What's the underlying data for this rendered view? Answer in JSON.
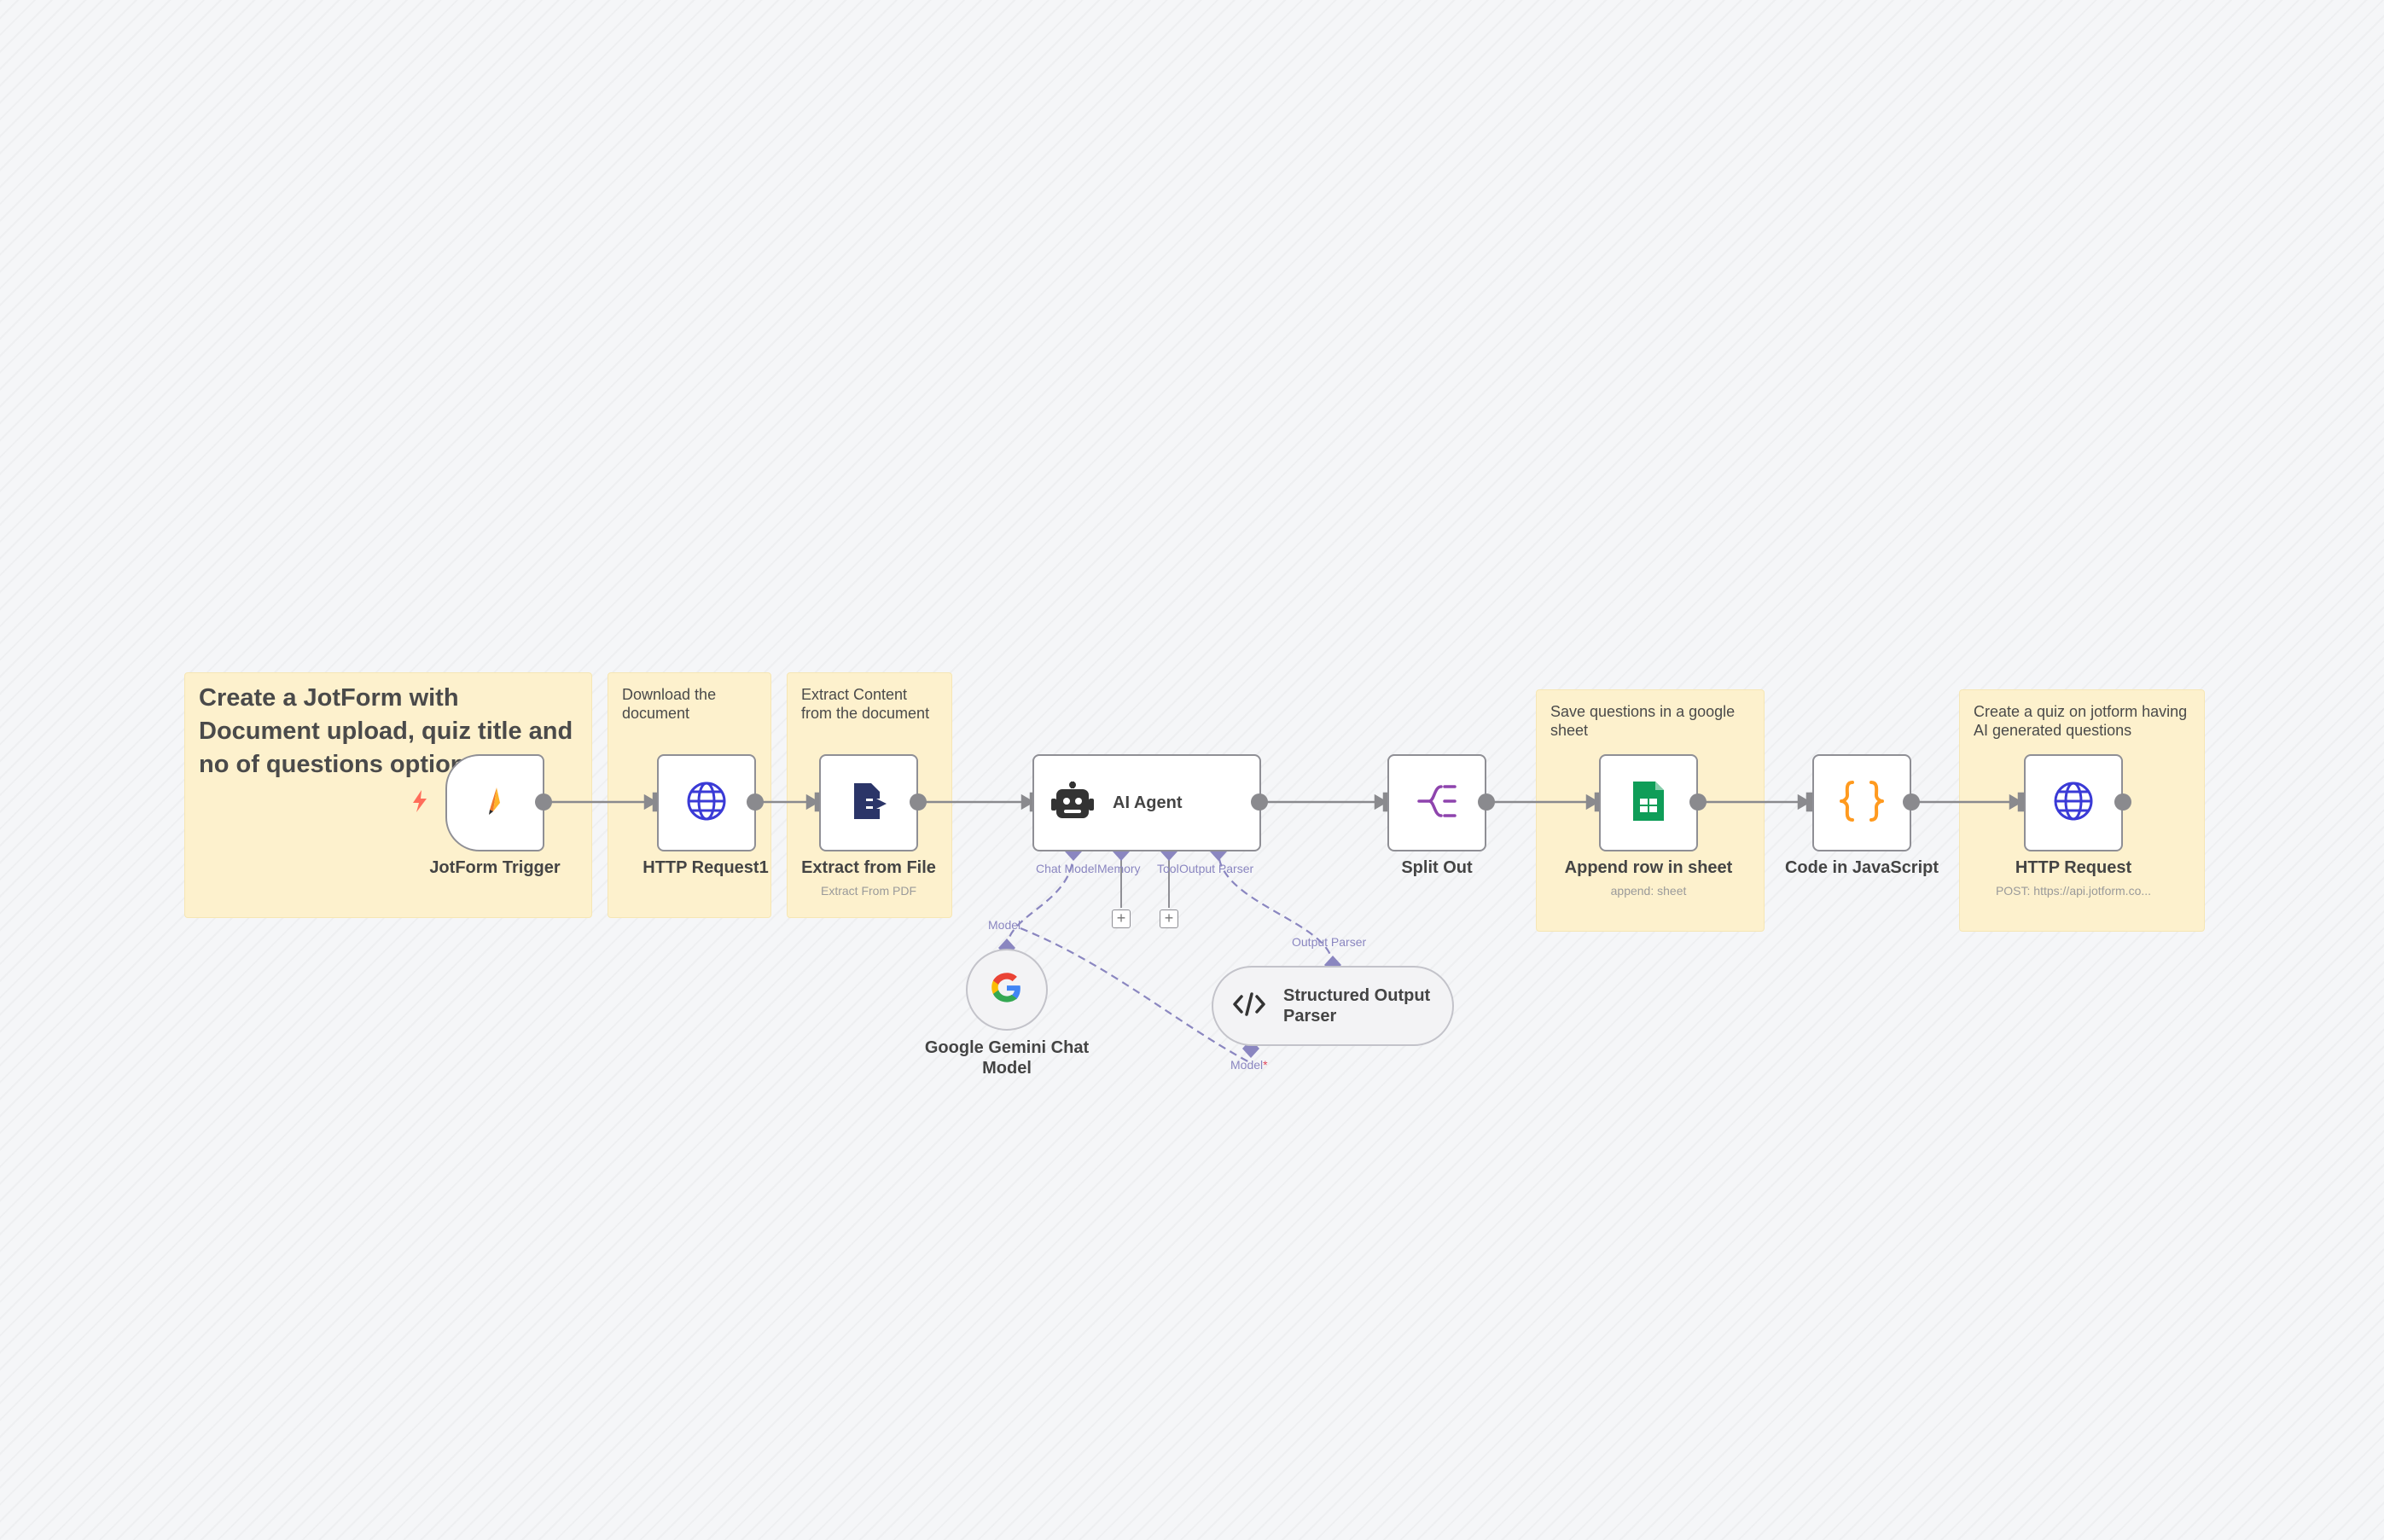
{
  "stickies": [
    {
      "text": "Create a JotForm with Document upload, quiz title and no of questions options"
    },
    {
      "text": "Download the\ndocument"
    },
    {
      "text": "Extract Content\nfrom the document"
    },
    {
      "text": "Save questions in a google\nsheet"
    },
    {
      "text": "Create a quiz on jotform having\nAI generated questions"
    }
  ],
  "nodes": {
    "jotform_trigger": {
      "title": "JotForm Trigger",
      "icon": "jotform-icon"
    },
    "http_request1": {
      "title": "HTTP Request1",
      "icon": "globe-icon"
    },
    "extract_from_file": {
      "title": "Extract from File",
      "subtitle": "Extract From PDF",
      "icon": "file-extract-icon"
    },
    "ai_agent": {
      "title": "AI Agent",
      "icon": "robot-icon"
    },
    "split_out": {
      "title": "Split Out",
      "icon": "split-out-icon"
    },
    "append_row": {
      "title": "Append row in sheet",
      "subtitle": "append: sheet",
      "icon": "google-sheets-icon"
    },
    "code_js": {
      "title": "Code in JavaScript",
      "icon": "code-braces-icon"
    },
    "http_request": {
      "title": "HTTP Request",
      "subtitle": "POST: https://api.jotform.co...",
      "icon": "globe-icon"
    },
    "gemini": {
      "title": "Google Gemini Chat\nModel",
      "icon": "google-icon"
    },
    "parser": {
      "title": "Structured Output\nParser",
      "icon": "code-tag-icon"
    }
  },
  "ai_agent_ports": {
    "chat_model": "Chat Model",
    "memory": "Memory",
    "tool": "Tool",
    "output_parser": "Output Parser"
  },
  "gemini_port_label": "Model",
  "parser_top_label": "Output Parser",
  "parser_bottom_label": "Model",
  "required_marker": "*",
  "colors": {
    "sticky": "#fdf1cd",
    "connection": "#8a8a8e",
    "ai_connection": "#8a86c0",
    "trigger_bolt": "#ff6d5a",
    "sheets_green": "#0f9d58",
    "code_orange": "#ff9a1f",
    "split_purple": "#8e44ad",
    "globe_blue": "#3a3ad6"
  }
}
